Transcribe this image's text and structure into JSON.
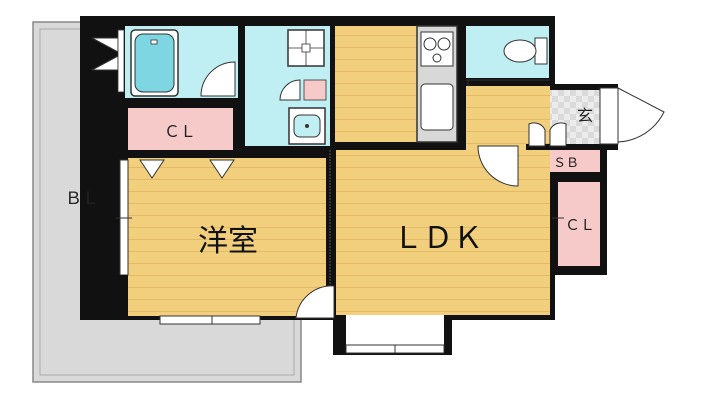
{
  "labels": {
    "balcony": "ＢＬ",
    "closet_bath": "ＣＬ",
    "western_room": "洋室",
    "ldk": "ＬＤＫ",
    "entrance": "玄",
    "shoe_box": "ＳＢ",
    "closet_ldk": "ＣＬ"
  },
  "colors": {
    "wall": "#111111",
    "floor_wood": "#f2cf7d",
    "floor_grain": "#e2b964",
    "wet_area": "#bfeff3",
    "storage": "#f7caca",
    "balcony": "#d9d9d9",
    "entrance_tile": "#e8e8e8",
    "kitchen": "#d8d8d8"
  }
}
